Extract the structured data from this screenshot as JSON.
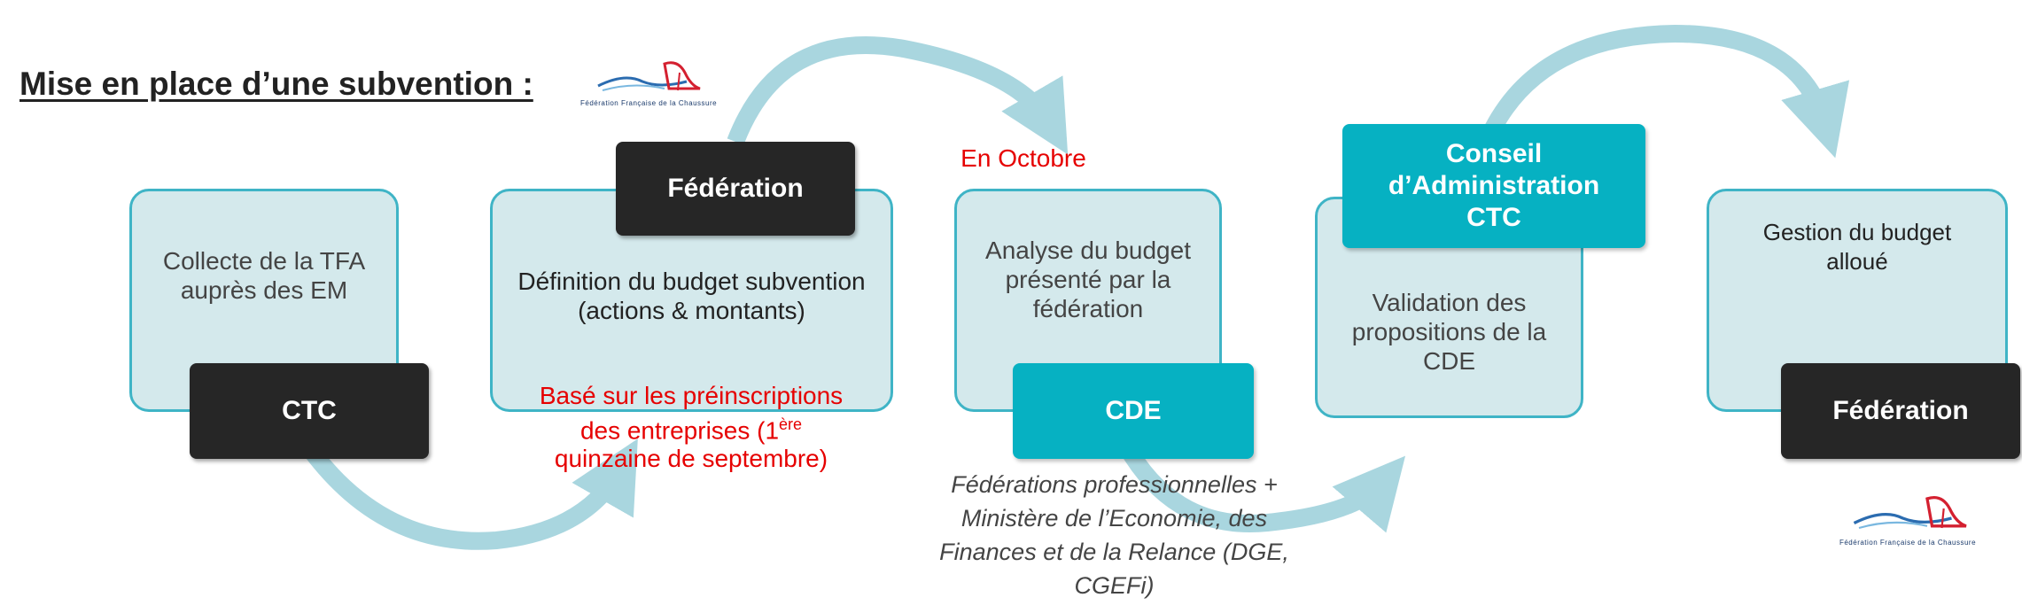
{
  "title": "Mise en place d’une subvention :",
  "logo_caption": "Fédération Française de la Chaussure",
  "step1": {
    "box_text": "Collecte de la TFA auprès des EM",
    "actor": "CTC"
  },
  "step2": {
    "actor": "Fédération",
    "box_text": "Définition du budget subvention (actions & montants)",
    "note_line1": "Basé sur les préinscriptions",
    "note_line2": "des entreprises (1",
    "note_sup": "ère",
    "note_line3": "quinzaine de septembre)"
  },
  "step3": {
    "timing": "En Octobre",
    "box_text": "Analyse du budget présenté par la fédération",
    "actor": "CDE",
    "note": "Fédérations professionnelles + Ministère de l’Economie, des Finances et de la Relance (DGE, CGEFi)"
  },
  "step4": {
    "actor": "Conseil d’Administration CTC",
    "box_text": "Validation des propositions de la CDE"
  },
  "step5": {
    "box_text": "Gestion du budget alloué",
    "actor": "Fédération"
  },
  "colors": {
    "box_fill": "#d4e9ec",
    "box_border": "#3fb4c6",
    "dark": "#262626",
    "teal": "#06b1c2",
    "arrow": "#a9d6df",
    "red": "#e60000"
  }
}
